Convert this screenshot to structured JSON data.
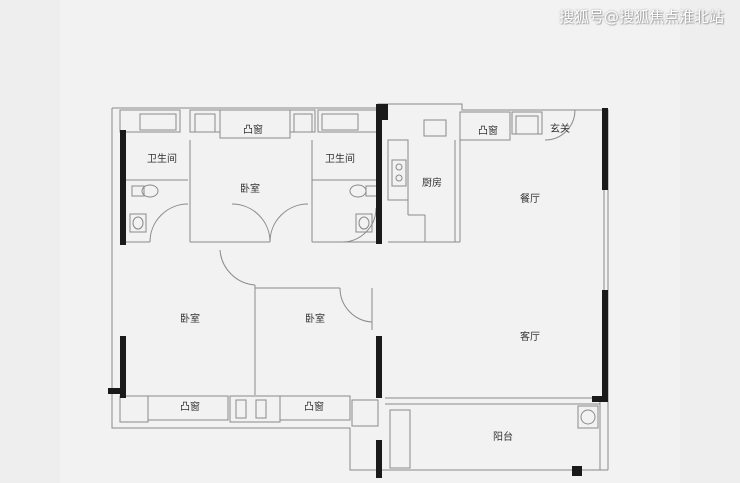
{
  "watermark": "搜狐号@搜狐焦点淮北站",
  "rooms": {
    "bathroom_left": "卫生间",
    "bedroom_top": "卧室",
    "bathroom_right": "卫生间",
    "kitchen": "厨房",
    "bay_window_kitchen": "凸窗",
    "entrance": "玄关",
    "dining": "餐厅",
    "bedroom_left": "卧室",
    "bedroom_mid": "卧室",
    "living": "客厅",
    "balcony": "阳台",
    "bay_window_top": "凸窗",
    "bay_window_bottom_left": "凸窗",
    "bay_window_bottom_mid": "凸窗"
  },
  "colors": {
    "background": "#f2f2f2",
    "wall": "#1a1a1a",
    "line": "#8a8a8a"
  }
}
